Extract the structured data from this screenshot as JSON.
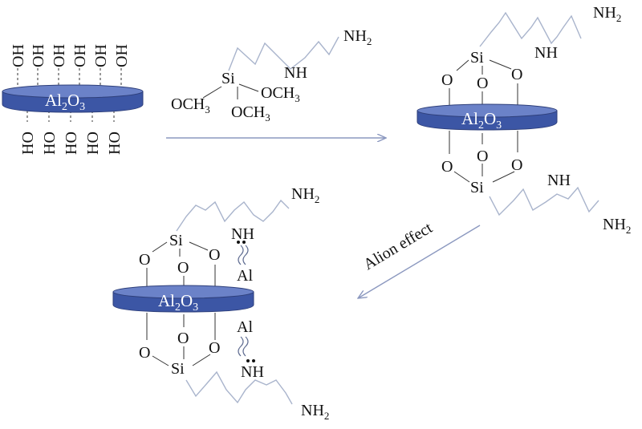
{
  "labels": {
    "oh": "OH",
    "ho": "HO",
    "o": "O",
    "si": "Si",
    "al": "Al",
    "nh": "NH",
    "nh2_base": "NH",
    "nh2_sub": "2",
    "och3_base": "OCH",
    "och3_sub": "3",
    "plate_al": "Al",
    "plate_sub1": "2",
    "plate_o": "O",
    "plate_sub2": "3",
    "alion_effect": "Alion effect"
  },
  "colors": {
    "plate_fill": "#5b73c0",
    "plate_stroke": "#2e3f7a",
    "chain": "#a9b4cc",
    "arrow": "#8b98bf"
  },
  "arrows": [
    {
      "direction": "right",
      "label": ""
    },
    {
      "direction": "down-left",
      "label": "Alion effect"
    }
  ]
}
